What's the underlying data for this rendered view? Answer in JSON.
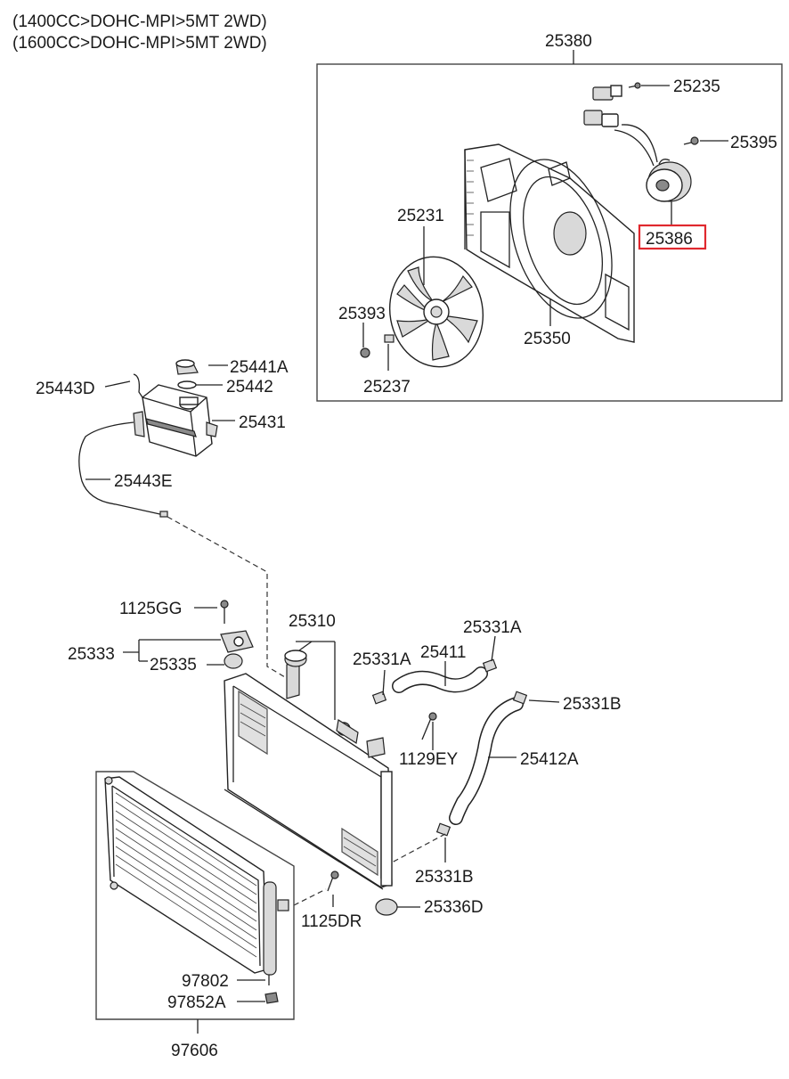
{
  "header": {
    "line1": "(1400CC>DOHC-MPI>5MT 2WD)",
    "line2": "(1600CC>DOHC-MPI>5MT 2WD)"
  },
  "parts": {
    "p25380": "25380",
    "p25235": "25235",
    "p25395": "25395",
    "p25386": "25386",
    "p25231": "25231",
    "p25393": "25393",
    "p25350": "25350",
    "p25237": "25237",
    "p25441A": "25441A",
    "p25443D": "25443D",
    "p25442": "25442",
    "p25431": "25431",
    "p25443E": "25443E",
    "p1125GG": "1125GG",
    "p25310": "25310",
    "p25331A_top": "25331A",
    "p25333": "25333",
    "p25335": "25335",
    "p25331A_mid": "25331A",
    "p25411": "25411",
    "p25331B_top": "25331B",
    "p25412A": "25412A",
    "p1129EY": "1129EY",
    "p25331B_bot": "25331B",
    "p25336D": "25336D",
    "p1125DR": "1125DR",
    "p97802": "97802",
    "p97852A": "97852A",
    "p97606": "97606"
  },
  "highlight_color": "#e0282e"
}
